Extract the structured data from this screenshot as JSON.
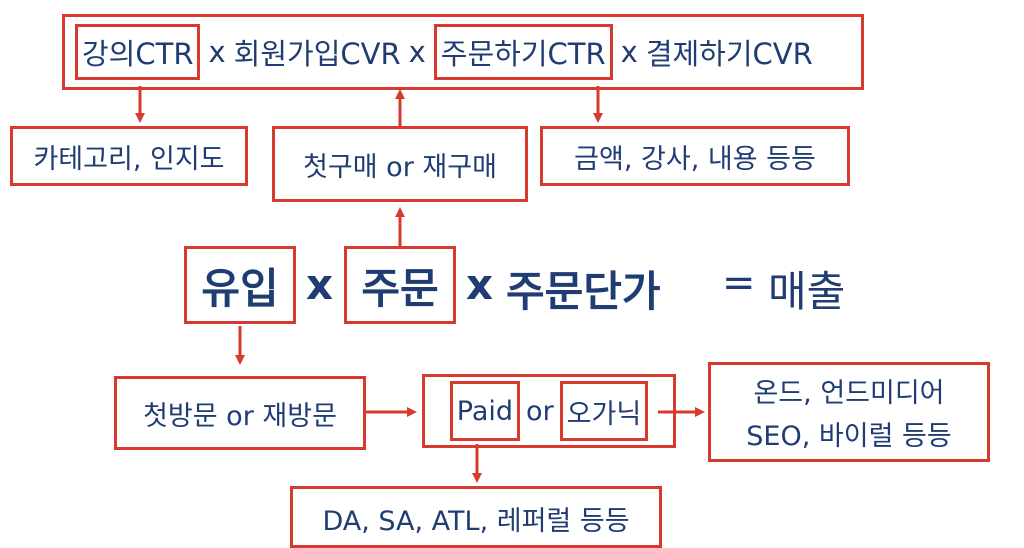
{
  "top_formula": {
    "lecture_ctr": "강의CTR",
    "x1": "x",
    "signup_cvr": "회원가입CVR",
    "x2": "x",
    "order_ctr": "주문하기CTR",
    "x3": "x",
    "payment_cvr": "결제하기CVR"
  },
  "top_branches": {
    "category": "카테고리, 인지도",
    "purchase_type": "첫구매 or 재구매",
    "price_items": "금액, 강사, 내용 등등"
  },
  "main_formula": {
    "inflow": "유입",
    "x1": "x",
    "order": "주문",
    "x2": "x",
    "order_price": "주문단가",
    "equals": "=",
    "revenue": "매출"
  },
  "bottom": {
    "visit_type": "첫방문 or 재방문",
    "paid": "Paid",
    "or": "or",
    "organic": "오가닉",
    "organic_examples_line1": "온드, 언드미디어",
    "organic_examples_line2": "SEO, 바이럴 등등",
    "paid_examples": "DA, SA, ATL, 레퍼럴 등등"
  },
  "colors": {
    "accent": "#d93a2f",
    "text": "#1f3c73"
  }
}
